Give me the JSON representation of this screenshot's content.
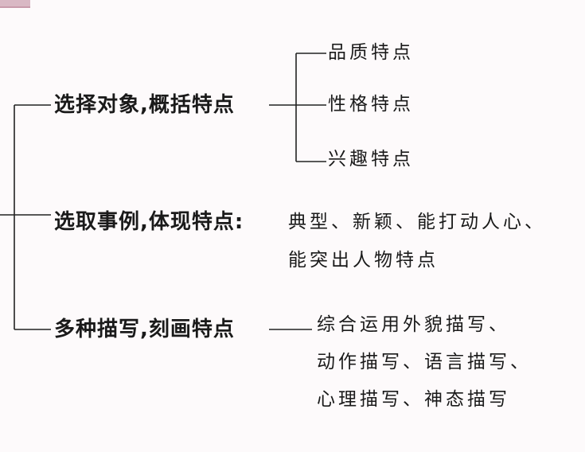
{
  "branches": [
    {
      "label": "选择对象,概括特点",
      "children": [
        "品质特点",
        "性格特点",
        "兴趣特点"
      ]
    },
    {
      "label": "选取事例,体现特点:",
      "detail": [
        "典型、新颖、能打动人心、",
        "能突出人物特点"
      ]
    },
    {
      "label": "多种描写,刻画特点",
      "detail": [
        "综合运用外貌描写、",
        "动作描写、语言描写、",
        "心理描写、神态描写"
      ]
    }
  ]
}
